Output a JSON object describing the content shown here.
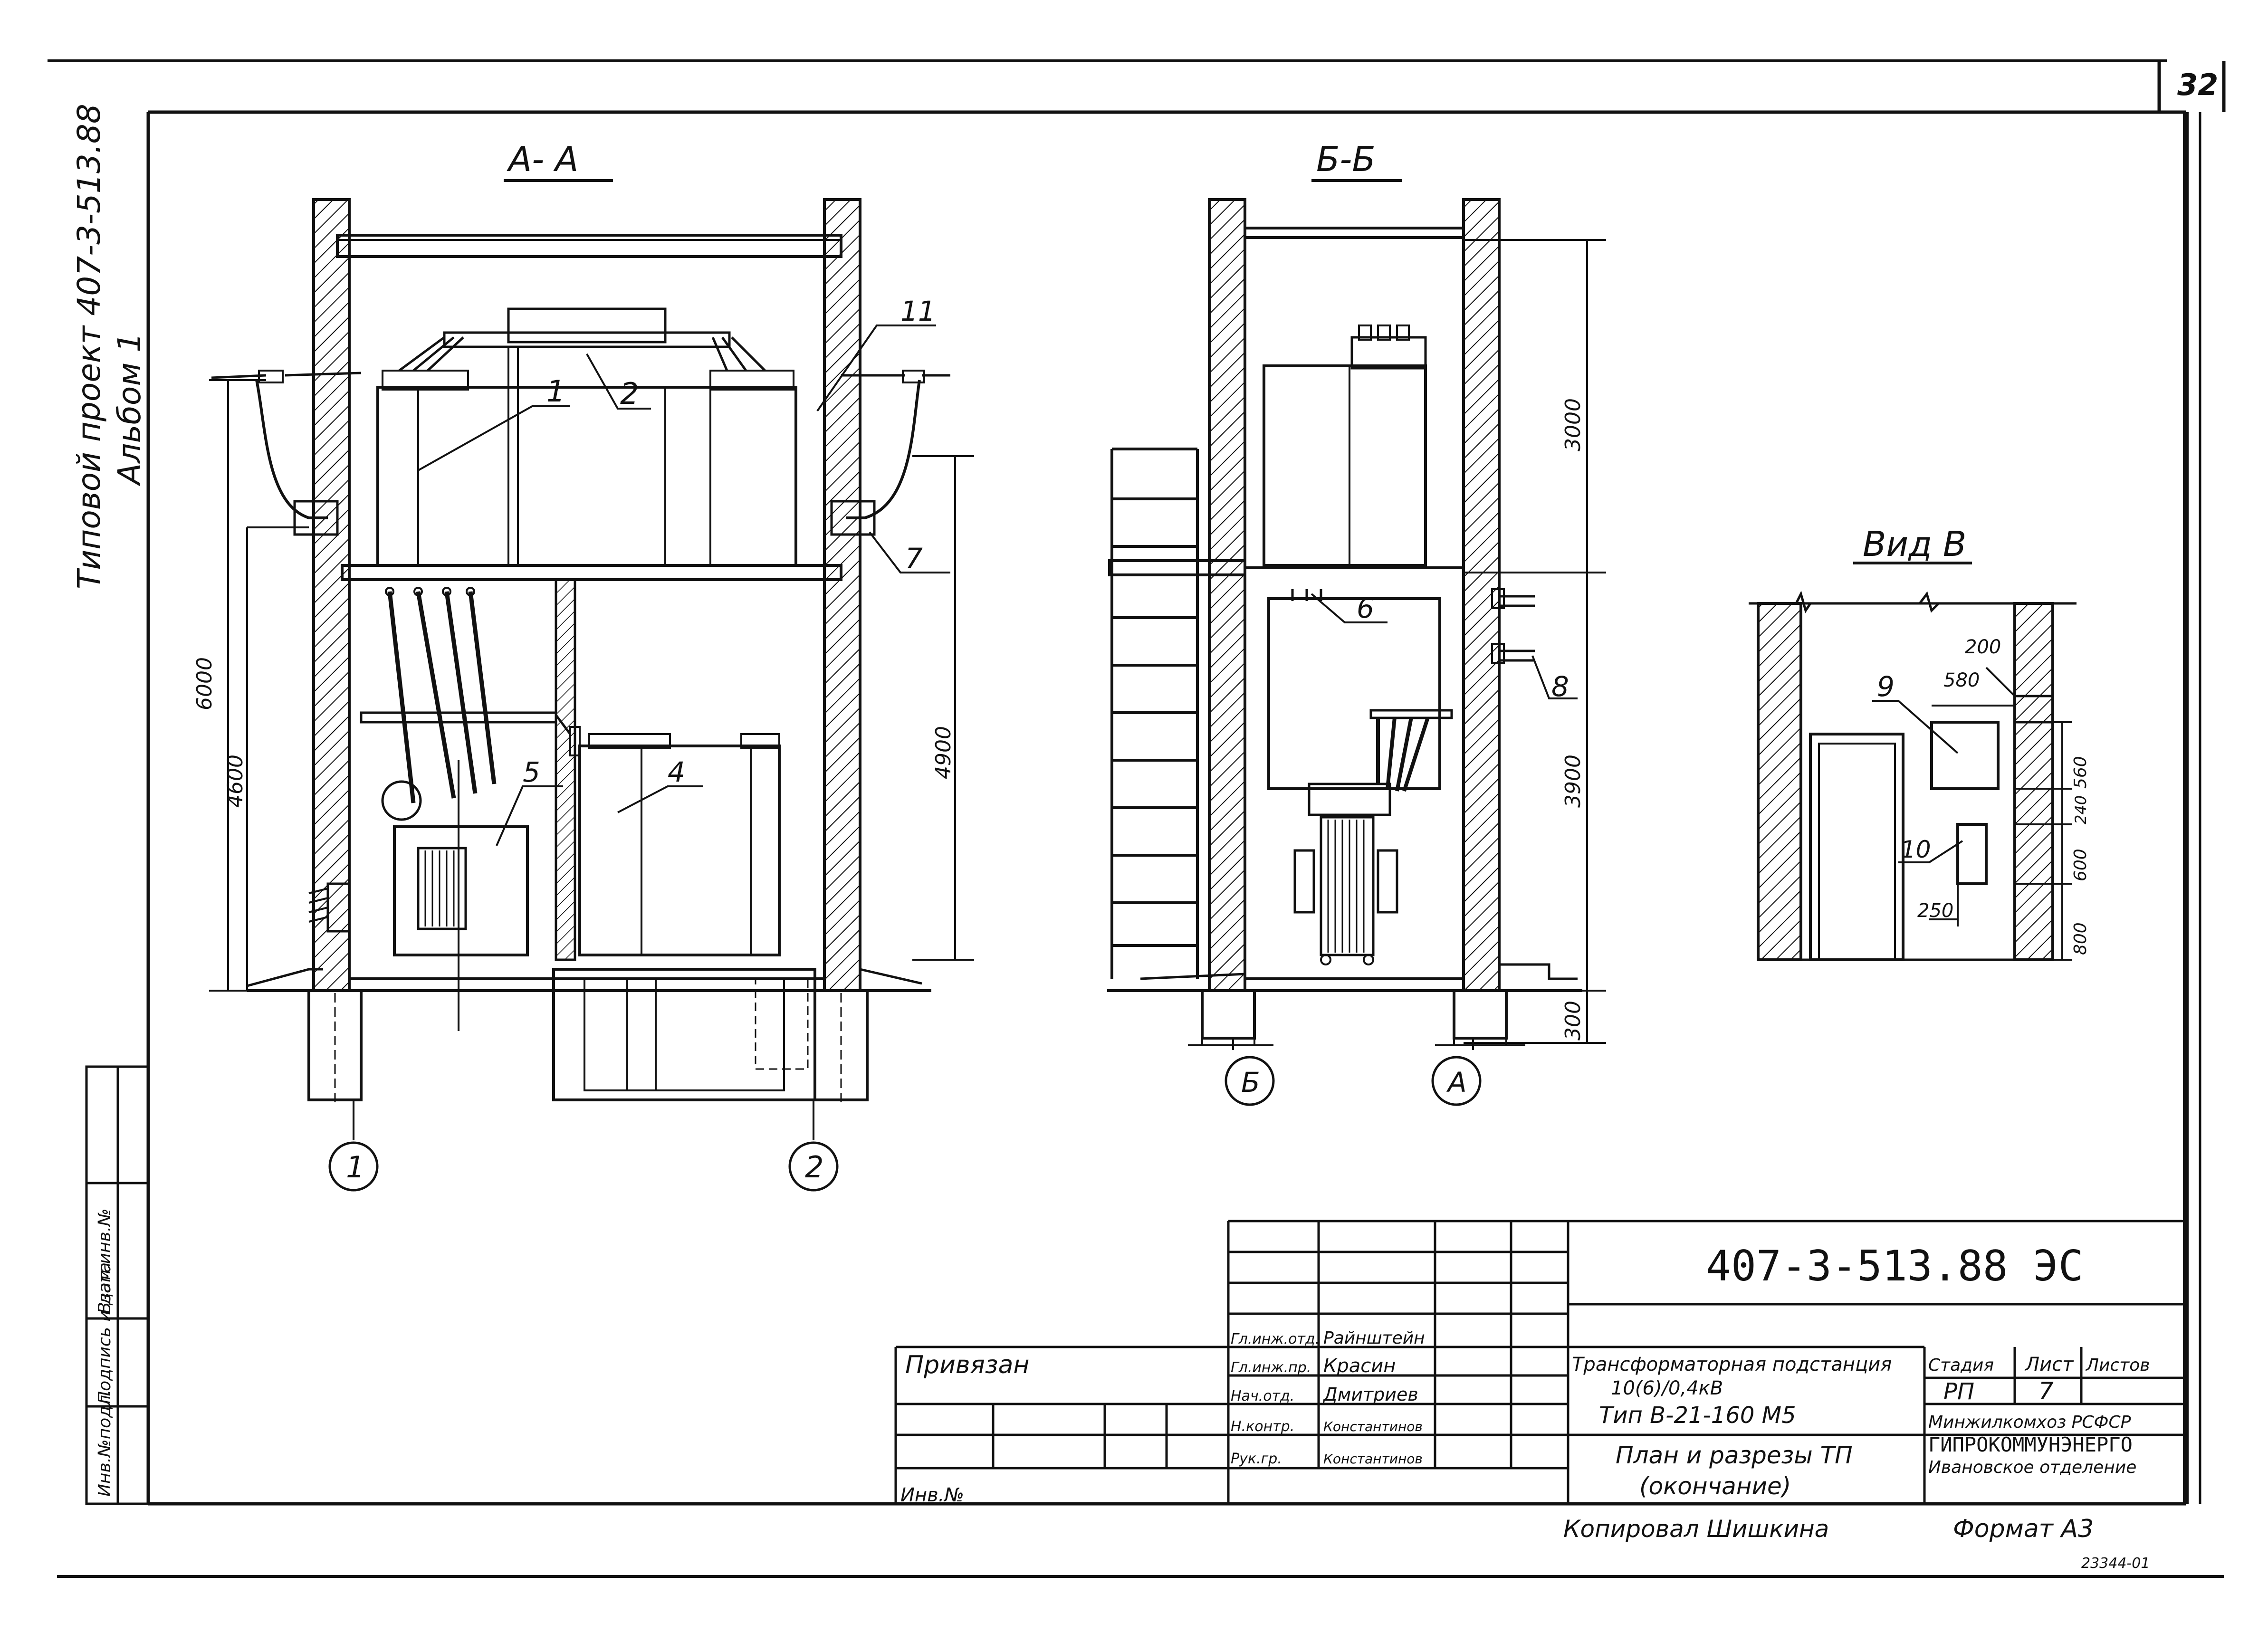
{
  "page_number": "32",
  "side_title": {
    "line1": "Типовой проект 407-3-513.88",
    "line2": "Альбом 1"
  },
  "left_stamp_labels": [
    "Инв.№подл.",
    "Подпись и дата",
    "Взам.инв.№"
  ],
  "sections": {
    "a": {
      "title": "А- А",
      "callouts": [
        "1",
        "2",
        "11",
        "7",
        "5",
        "4"
      ],
      "dims": [
        "6000",
        "4600",
        "4900"
      ],
      "axes": [
        "1",
        "2"
      ]
    },
    "b": {
      "title": "Б-Б",
      "callouts": [
        "6",
        "8"
      ],
      "dims": [
        "3000",
        "3900",
        "300"
      ],
      "axes": [
        "Б",
        "А"
      ]
    },
    "v": {
      "title": "Вид В",
      "callouts": [
        "9",
        "10"
      ],
      "dims": [
        "200",
        "580",
        "560",
        "240",
        "600",
        "800",
        "250"
      ]
    }
  },
  "title_block": {
    "doc_code": "407-3-513.88 ЭС",
    "bound_label": "Привязан",
    "inv_label": "Инв.№",
    "roles": [
      {
        "role": "Гл.инж.отд.",
        "name": "Райнштейн"
      },
      {
        "role": "Гл.инж.пр.",
        "name": "Красин"
      },
      {
        "role": "Нач.отд.",
        "name": "Дмитриев"
      },
      {
        "role": "Н.контр.",
        "name": "Константинов"
      },
      {
        "role": "Рук.гр.",
        "name": "Константинов"
      }
    ],
    "project_title_1": "Трансформаторная подстанция",
    "project_title_2": "10(6)/0,4кВ",
    "project_title_3": "Тип В-21-160 М5",
    "sheet_title_1": "План и разрезы ТП",
    "sheet_title_2": "(окончание)",
    "col_stage": "Стадия",
    "col_sheet": "Лист",
    "col_sheets": "Листов",
    "stage": "РП",
    "sheet": "7",
    "org_1": "Минжилкомхоз РСФСР",
    "org_2": "ГИПРОКОММУНЭНЕРГО",
    "org_3": "Ивановское отделение",
    "copied_by": "Копировал Шишкина",
    "format": "Формат А3"
  },
  "archive_number": "23344-01"
}
